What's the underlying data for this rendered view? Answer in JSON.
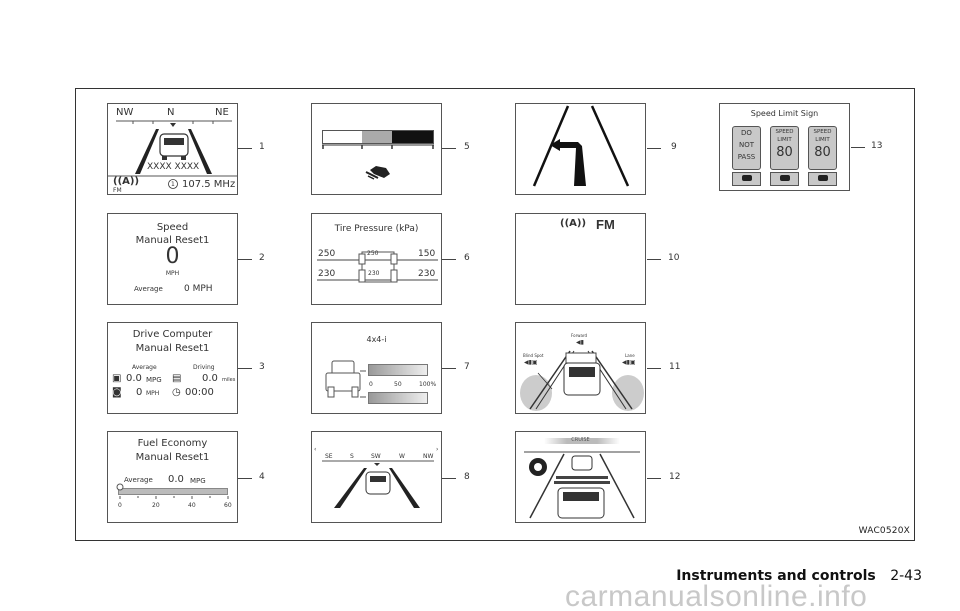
{
  "figure": {
    "code": "WAC0520X"
  },
  "footer": {
    "section": "Instruments and controls",
    "page": "2-43"
  },
  "watermark": "carmanualsonline.info",
  "panels": [
    {
      "id": 1,
      "compass": [
        "NW",
        "N",
        "NE"
      ],
      "vehicle_label": "XXXX XXXX",
      "band": "FM",
      "preset": "1",
      "frequency": "107.5 MHz"
    },
    {
      "id": 2,
      "title": "Speed",
      "subtitle": "Manual Reset1",
      "value": "0",
      "unit": "MPH",
      "average_label": "Average",
      "average_value": "0 MPH"
    },
    {
      "id": 3,
      "title": "Drive Computer",
      "subtitle": "Manual Reset1",
      "average_label": "Average",
      "driving_label": "Driving",
      "mpg_value": "0.0",
      "mpg_unit": "MPG",
      "distance_value": "0.0",
      "distance_unit": "miles",
      "speed_value": "0",
      "speed_unit": "MPH",
      "time_value": "00:00"
    },
    {
      "id": 4,
      "title": "Fuel Economy",
      "subtitle": "Manual Reset1",
      "average_label": "Average",
      "value": "0.0",
      "unit": "MPG",
      "scale": [
        "0",
        "20",
        "40",
        "60"
      ]
    },
    {
      "id": 5,
      "description": "Tire slip / traction bar indicator"
    },
    {
      "id": 6,
      "title": "Tire Pressure (kPa)",
      "front_left": "250",
      "front_center": "250",
      "front_right": "150",
      "rear_left": "230",
      "rear_center": "230",
      "rear_right": "230"
    },
    {
      "id": 7,
      "title": "4x4-i",
      "scale": [
        "0",
        "50",
        "100%"
      ]
    },
    {
      "id": 8,
      "compass": [
        "SE",
        "S",
        "SW",
        "W",
        "NW"
      ]
    },
    {
      "id": 9,
      "description": "Turn-by-turn navigation arrow"
    },
    {
      "id": 10,
      "band": "FM"
    },
    {
      "id": 11,
      "labels": [
        "Forward",
        "Blind Spot",
        "Lane"
      ]
    },
    {
      "id": 12,
      "label": "CRUISE"
    },
    {
      "id": 13,
      "title": "Speed Limit Sign",
      "signs": [
        {
          "lines": [
            "DO",
            "NOT",
            "PASS"
          ]
        },
        {
          "lines": [
            "SPEED",
            "LIMIT"
          ],
          "value": "80"
        },
        {
          "lines": [
            "SPEED",
            "LIMIT"
          ],
          "value": "80"
        }
      ]
    }
  ],
  "callouts": [
    "1",
    "2",
    "3",
    "4",
    "5",
    "6",
    "7",
    "8",
    "9",
    "10",
    "11",
    "12",
    "13"
  ]
}
